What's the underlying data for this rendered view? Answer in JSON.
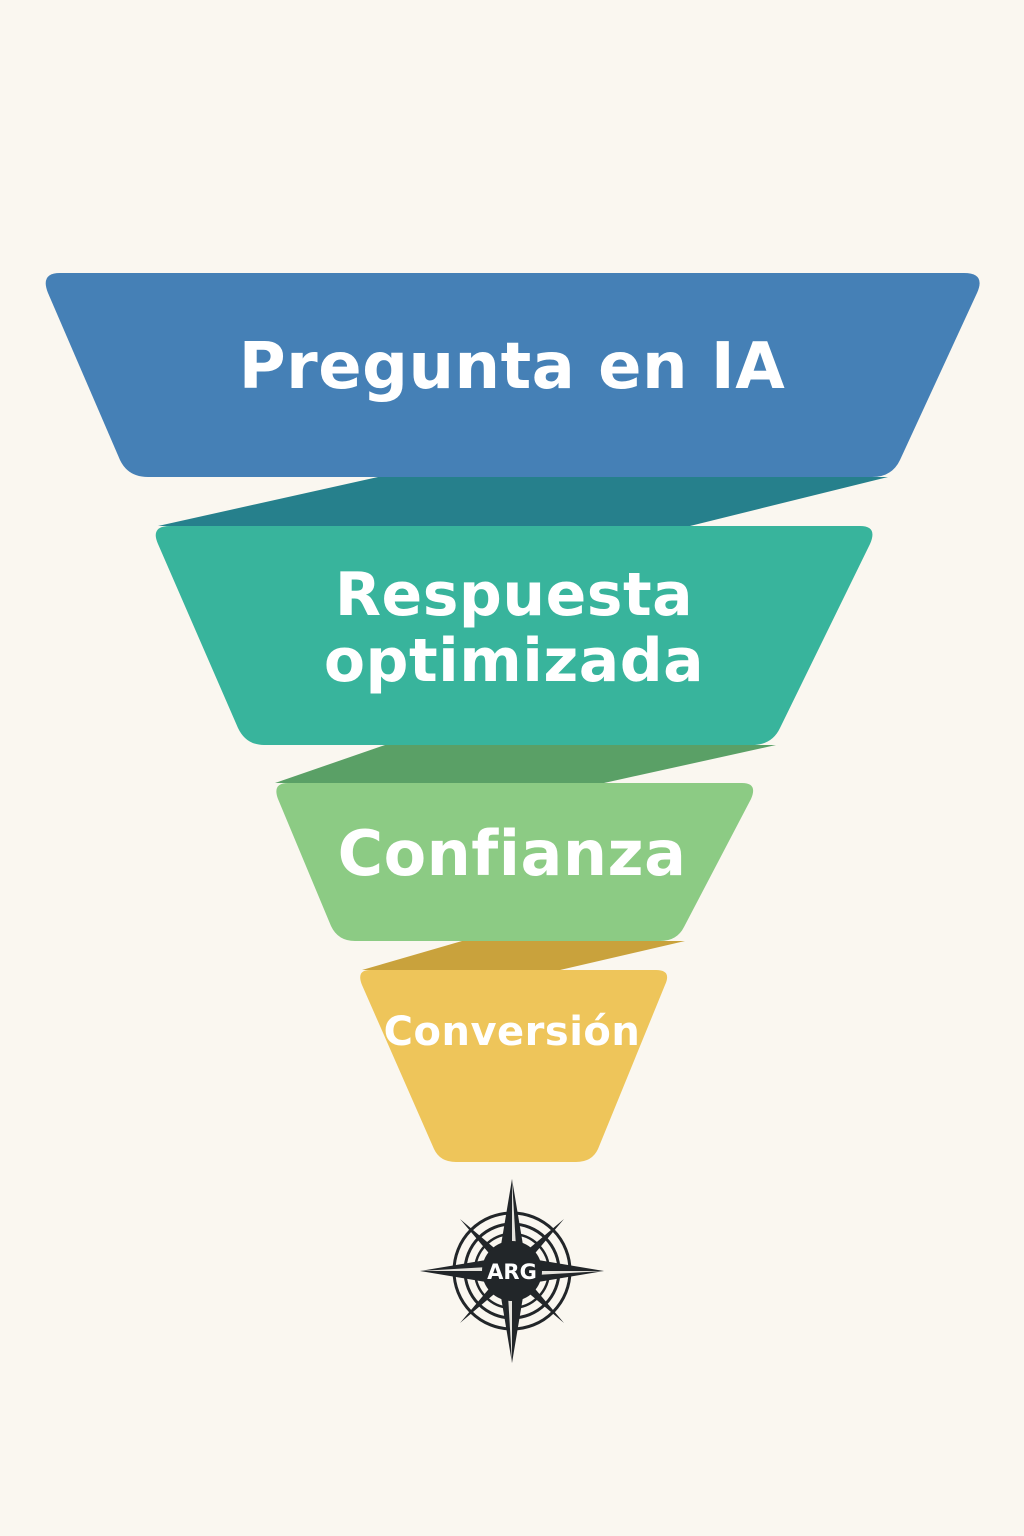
{
  "funnel": {
    "stages": [
      {
        "label": "Pregunta en IA",
        "color": "#4580b6"
      },
      {
        "label": "Respuesta optimizada",
        "line1": "Respuesta",
        "line2": "optimizada",
        "color": "#38b49c"
      },
      {
        "label": "Confianza",
        "color": "#8ccb84"
      },
      {
        "label": "Conversión",
        "color": "#eec55a"
      }
    ],
    "connector_colors": [
      "#26808c",
      "#5aa066",
      "#c9a23c"
    ]
  },
  "logo": {
    "text": "ARG",
    "icon": "compass-rose-icon"
  }
}
